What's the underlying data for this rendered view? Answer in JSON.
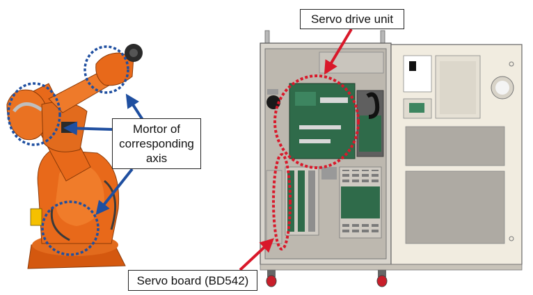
{
  "labels": {
    "servo_drive_unit": "Servo drive unit",
    "motor_line1": "Mortor of",
    "motor_line2": "corresponding",
    "motor_line3": "axis",
    "servo_board": "Servo board (BD542)"
  },
  "colors": {
    "robot_orange": "#e8691a",
    "motor_circle_blue": "#1f4fa0",
    "highlight_red": "#d9182a",
    "cabinet_gray": "#cfcac2",
    "door_beige": "#f1ece0",
    "board_green": "#2f6b4a"
  }
}
